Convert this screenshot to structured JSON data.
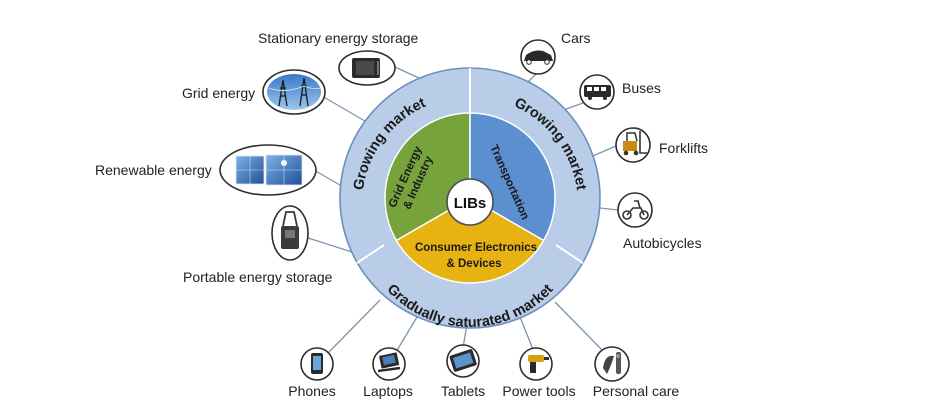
{
  "center": {
    "label": "LIBs"
  },
  "sectors": {
    "grid": {
      "line1": "Grid Energy",
      "line2": "& Industry",
      "color": "#76a33b"
    },
    "transport": {
      "label": "Transportation",
      "color": "#5b8fd0"
    },
    "consumer": {
      "line1": "Consumer Electronics",
      "line2": "& Devices",
      "color": "#e7b312"
    }
  },
  "ring": {
    "color": "#b9cde8",
    "left_market": "Growing market",
    "right_market": "Growing market",
    "bottom_market": "Gradually saturated market"
  },
  "applications": {
    "stationary": {
      "label": "Stationary energy storage",
      "icon": "battery-cabinet-icon"
    },
    "grid_energy": {
      "label": "Grid energy",
      "icon": "power-grid-icon"
    },
    "renewable": {
      "label": "Renewable energy",
      "icon": "solar-panel-icon"
    },
    "portable": {
      "label": "Portable energy storage",
      "icon": "portable-battery-icon"
    },
    "cars": {
      "label": "Cars",
      "icon": "car-icon"
    },
    "buses": {
      "label": "Buses",
      "icon": "bus-icon"
    },
    "forklifts": {
      "label": "Forklifts",
      "icon": "forklift-icon"
    },
    "autobicycles": {
      "label": "Autobicycles",
      "icon": "scooter-icon"
    },
    "phones": {
      "label": "Phones",
      "icon": "phone-icon"
    },
    "laptops": {
      "label": "Laptops",
      "icon": "laptop-icon"
    },
    "tablets": {
      "label": "Tablets",
      "icon": "tablet-icon"
    },
    "power_tools": {
      "label": "Power tools",
      "icon": "drill-icon"
    },
    "personal_care": {
      "label": "Personal care",
      "icon": "shaver-icon"
    }
  }
}
